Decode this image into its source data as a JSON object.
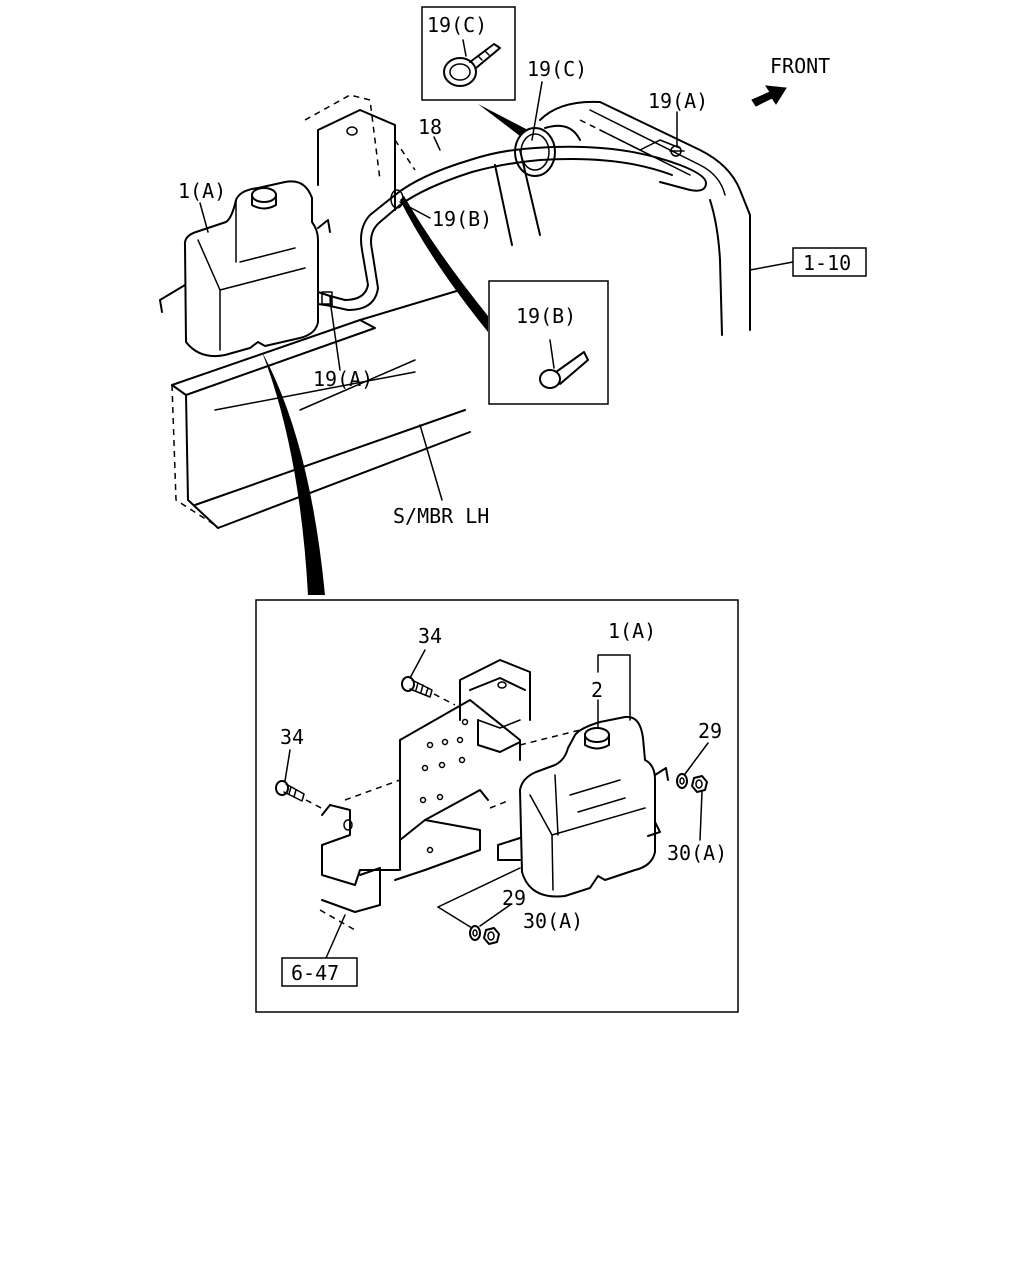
{
  "labels": {
    "front": "FRONT",
    "part_18": "18",
    "part_1a_top": "1(A)",
    "part_19a_top_right": "19(A)",
    "part_19a_left": "19(A)",
    "part_19b_hose": "19(B)",
    "part_19c_hose": "19(C)",
    "ref_1_10": "1-10",
    "smbr_lh": "S/MBR LH",
    "detail_19c_label": "19(C)",
    "detail_19b_label": "19(B)",
    "detail_34_top": "34",
    "detail_34_left": "34",
    "detail_1a": "1(A)",
    "detail_2": "2",
    "detail_29_right": "29",
    "detail_30a_right": "30(A)",
    "detail_29_bottom": "29",
    "detail_30a_bottom": "30(A)",
    "ref_6_47": "6-47"
  }
}
